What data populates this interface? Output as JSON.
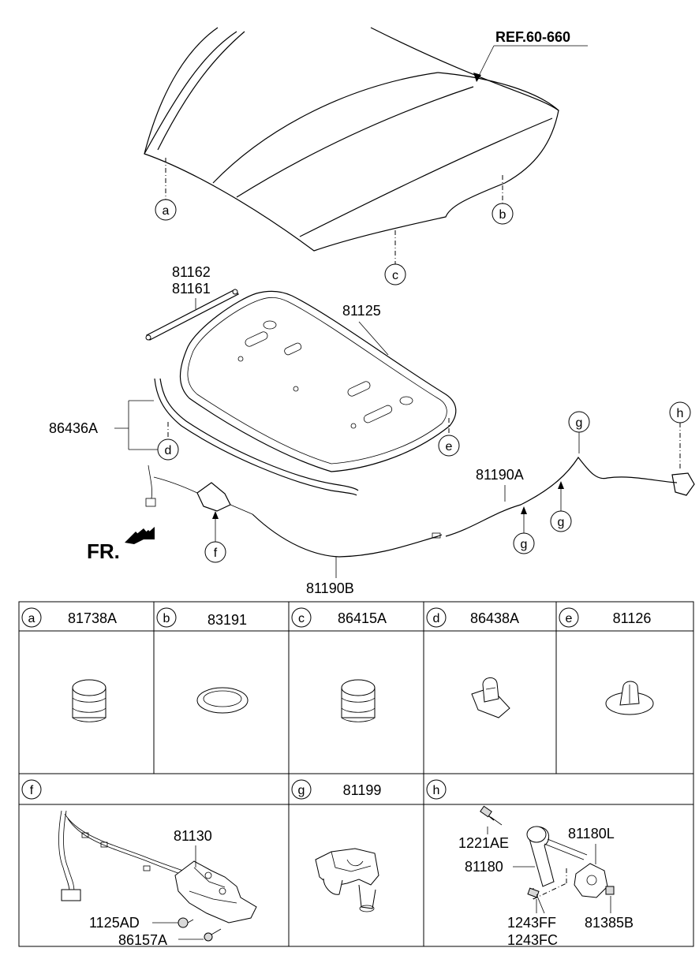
{
  "diagram": {
    "ref_label": "REF.60-660",
    "fr_label": "FR.",
    "callouts": {
      "a": "a",
      "b": "b",
      "c": "c",
      "d": "d",
      "e": "e",
      "f": "f",
      "g": "g",
      "h": "h"
    },
    "part_labels": {
      "p81162": "81162",
      "p81161": "81161",
      "p81125": "81125",
      "p86436A": "86436A",
      "p81190A": "81190A",
      "p81190B": "81190B"
    }
  },
  "table": {
    "row1": [
      {
        "key": "a",
        "part": "81738A"
      },
      {
        "key": "b",
        "part": "83191"
      },
      {
        "key": "c",
        "part": "86415A"
      },
      {
        "key": "d",
        "part": "86438A"
      },
      {
        "key": "e",
        "part": "81126"
      }
    ],
    "row2": [
      {
        "key": "f",
        "part": ""
      },
      {
        "key": "g",
        "part": "81199"
      },
      {
        "key": "h",
        "part": ""
      }
    ],
    "cell_f_labels": {
      "p81130": "81130",
      "p1125AD": "1125AD",
      "p86157A": "86157A"
    },
    "cell_h_labels": {
      "p1221AE": "1221AE",
      "p81180L": "81180L",
      "p81180": "81180",
      "p1243FF": "1243FF",
      "p1243FC": "1243FC",
      "p81385B": "81385B"
    }
  }
}
